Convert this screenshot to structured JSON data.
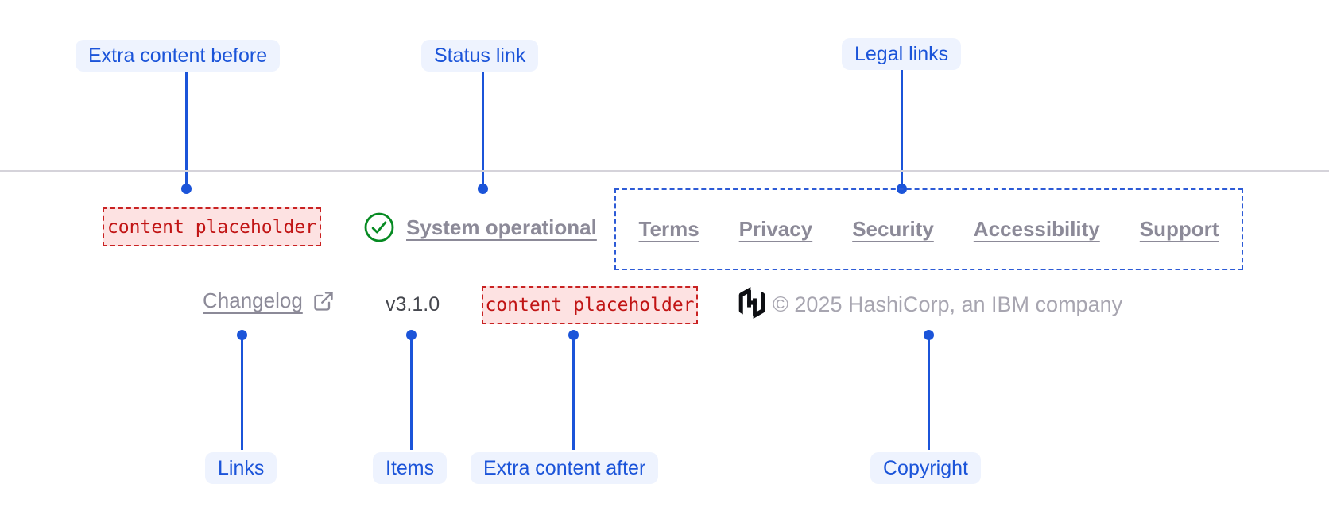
{
  "colors": {
    "accent_blue": "#1b54d9",
    "annotation_bg": "#eef3fe",
    "placeholder_text": "#c11414",
    "placeholder_bg": "#fde2e2",
    "placeholder_border": "#c92222",
    "success_green": "#068a22",
    "muted_link": "#8c8a98",
    "version_text": "#45474e",
    "copyright_text": "#a7a5b0",
    "divider": "#d5d3da"
  },
  "annotations": {
    "top": [
      {
        "label": "Extra content before"
      },
      {
        "label": "Status link"
      },
      {
        "label": "Legal links"
      }
    ],
    "bottom": [
      {
        "label": "Links"
      },
      {
        "label": "Items"
      },
      {
        "label": "Extra content after"
      },
      {
        "label": "Copyright"
      }
    ]
  },
  "footer": {
    "extra_content_before": "content placeholder",
    "status_link": "System operational",
    "status_icon": "check-circle-icon",
    "legal_links": [
      "Terms",
      "Privacy",
      "Security",
      "Accessibility",
      "Support"
    ],
    "links": [
      {
        "label": "Changelog",
        "icon": "external-link-icon"
      }
    ],
    "items": [
      {
        "label": "v3.1.0"
      }
    ],
    "extra_content_after": "content placeholder",
    "logo": "hashicorp-logo",
    "copyright": "© 2025 HashiCorp, an IBM company"
  }
}
